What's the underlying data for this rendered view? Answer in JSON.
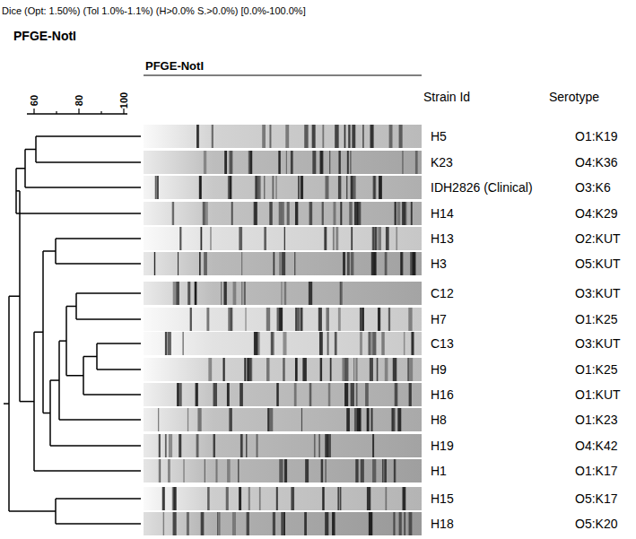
{
  "diagram": {
    "labels": [
      "Dice (Opt: 1.50%) (Tol 1.0%-1.1%) (H>0.0% S.>0.0%) [0.0%-100.0%]",
      "PFGE-NotI",
      "PFGE-NotI",
      "Strain Id",
      "Serotype",
      "60",
      "80",
      "100",
      "H5",
      "O1:K19",
      "K23",
      "O4:K36",
      "IDH2826 (Clinical)",
      "O3:K6",
      "H14",
      "O4:K29",
      "H13",
      "O2:KUT",
      "H3",
      "O5:KUT",
      "C12",
      "O3:KUT",
      "H7",
      "O1:K25",
      "C13",
      "O3:KUT",
      "H9",
      "O1:K25",
      "H16",
      "O1:KUT",
      "H8",
      "O1:K23",
      "H19",
      "O4:K42",
      "H1",
      "O1:K17",
      "H15",
      "O5:K17",
      "H18",
      "O5:K20"
    ]
  }
}
